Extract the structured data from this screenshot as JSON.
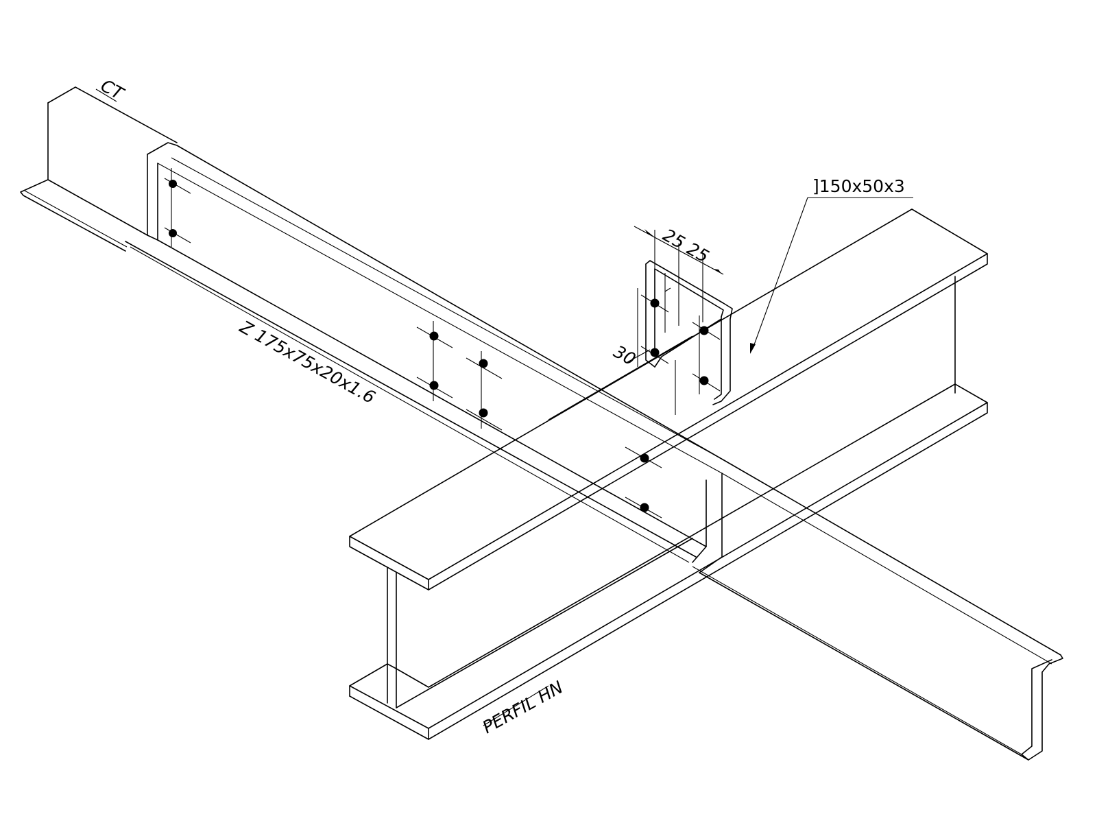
{
  "labels": {
    "ct": "CT",
    "channel_section": "]150x50x3",
    "z_profile": "Z 175x75x20x1.6",
    "hn_profile": "PERFIL HN"
  },
  "dimensions": {
    "spacing_a": "25",
    "spacing_b": "25",
    "vertical": "30"
  },
  "colors": {
    "line": "#000000",
    "background": "#ffffff"
  }
}
